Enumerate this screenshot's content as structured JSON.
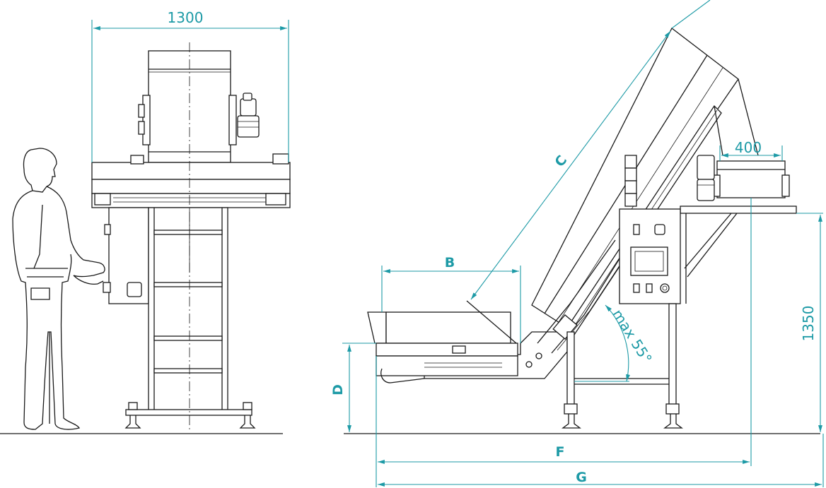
{
  "dimensions": {
    "width_front": "1300",
    "hopper_width": "400",
    "height_total": "1350",
    "angle": "max 55°",
    "B": "B",
    "C": "C",
    "D": "D",
    "F": "F",
    "G": "G"
  },
  "colors": {
    "dimension": "#1d9aa6",
    "line": "#1a1a1a",
    "background": "#ffffff"
  }
}
